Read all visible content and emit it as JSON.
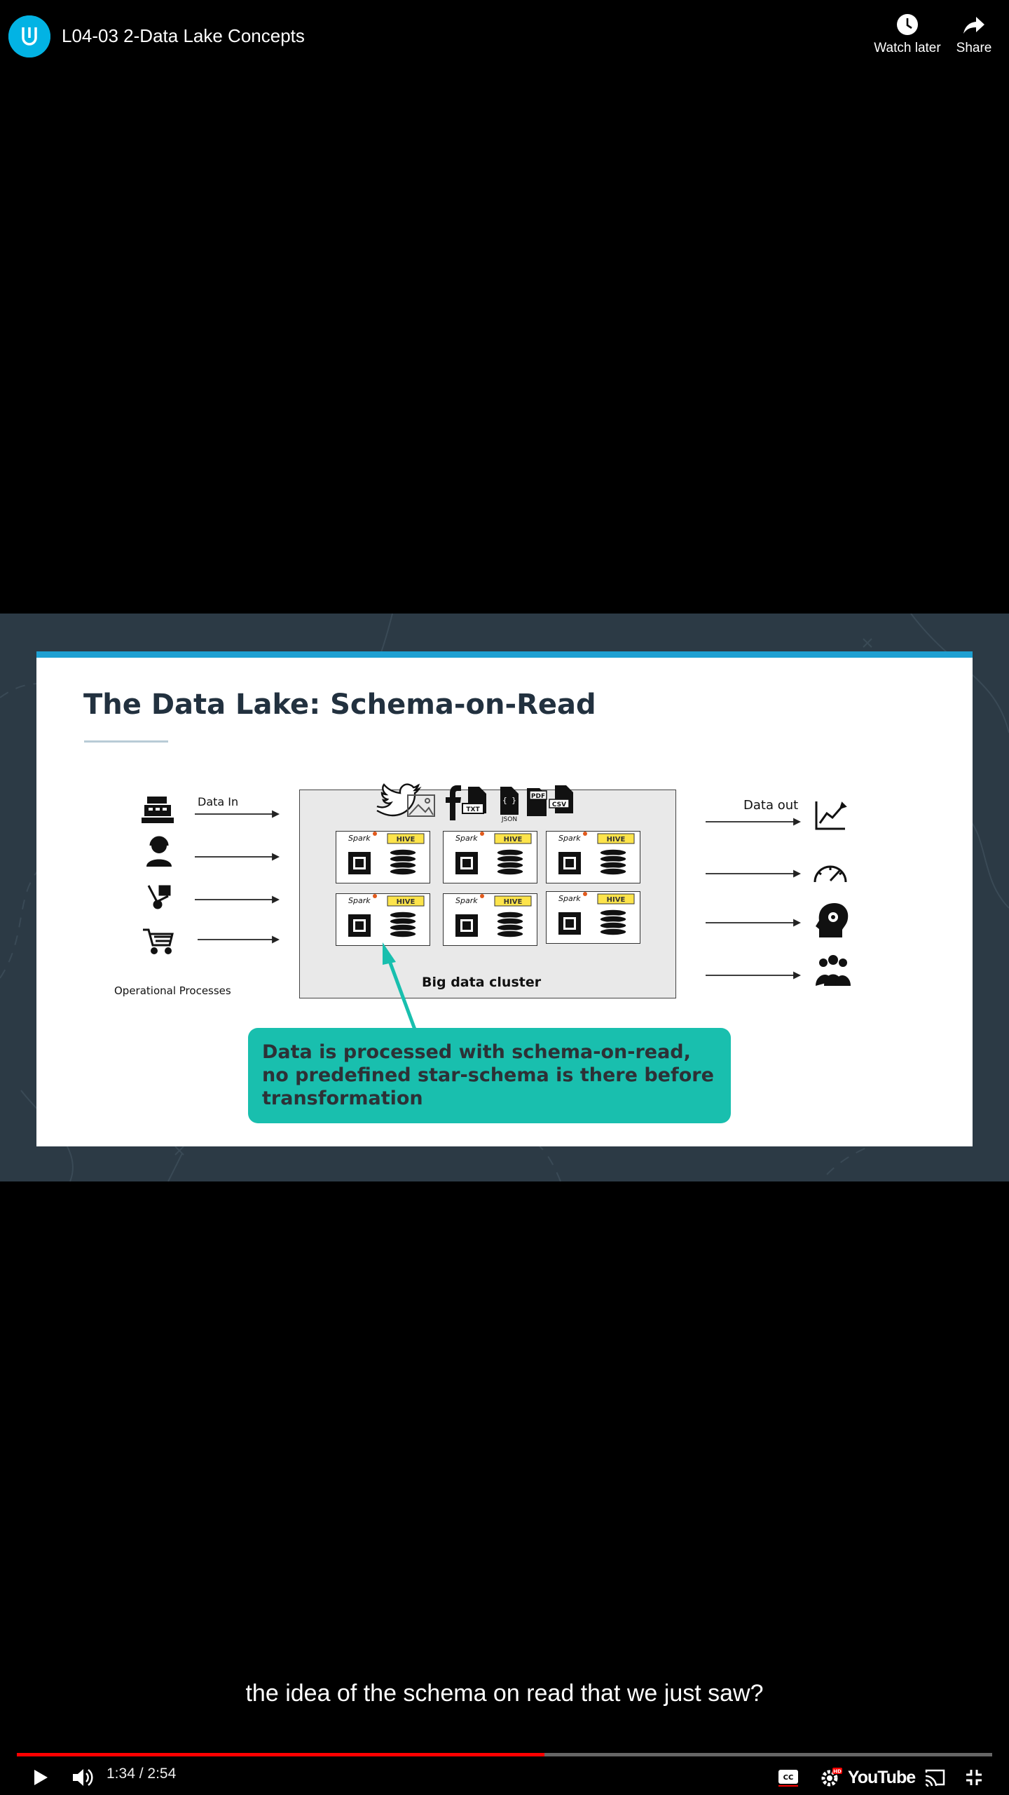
{
  "header": {
    "title": "L04-03 2-Data Lake Concepts",
    "watch_later_label": "Watch later",
    "share_label": "Share"
  },
  "slide": {
    "title": "The Data Lake: Schema-on-Read",
    "data_in_label": "Data In",
    "data_out_label": "Data out",
    "operational_label": "Operational Processes",
    "cluster_label": "Big data cluster",
    "file_icons": [
      "twitter-icon",
      "image-icon",
      "facebook-icon",
      "txt-file-icon",
      "json-file-icon",
      "pdf-file-icon",
      "csv-file-icon"
    ],
    "file_labels": {
      "txt": "TXT",
      "json": "JSON",
      "pdf": "PDF",
      "csv": "CSV"
    },
    "node_labels": {
      "spark": "Spark",
      "hive": "HIVE"
    },
    "input_icons": [
      "cash-register-icon",
      "support-agent-icon",
      "hand-truck-icon",
      "shopping-cart-icon"
    ],
    "output_icons": [
      "line-chart-icon",
      "speedometer-icon",
      "brain-gear-icon",
      "group-people-icon"
    ],
    "callout": "Data is processed with schema-on-read, no predefined star-schema is there before transformation"
  },
  "caption": "the idea of the schema on read that we just saw?",
  "player": {
    "current_time": "1:34",
    "separator": " / ",
    "duration": "2:54",
    "progress_fraction": 0.541,
    "youtube_label": "YouTube",
    "colors": {
      "progress": "#ff0000",
      "accent": "#1ea0d2",
      "callout": "#19bfae"
    }
  }
}
